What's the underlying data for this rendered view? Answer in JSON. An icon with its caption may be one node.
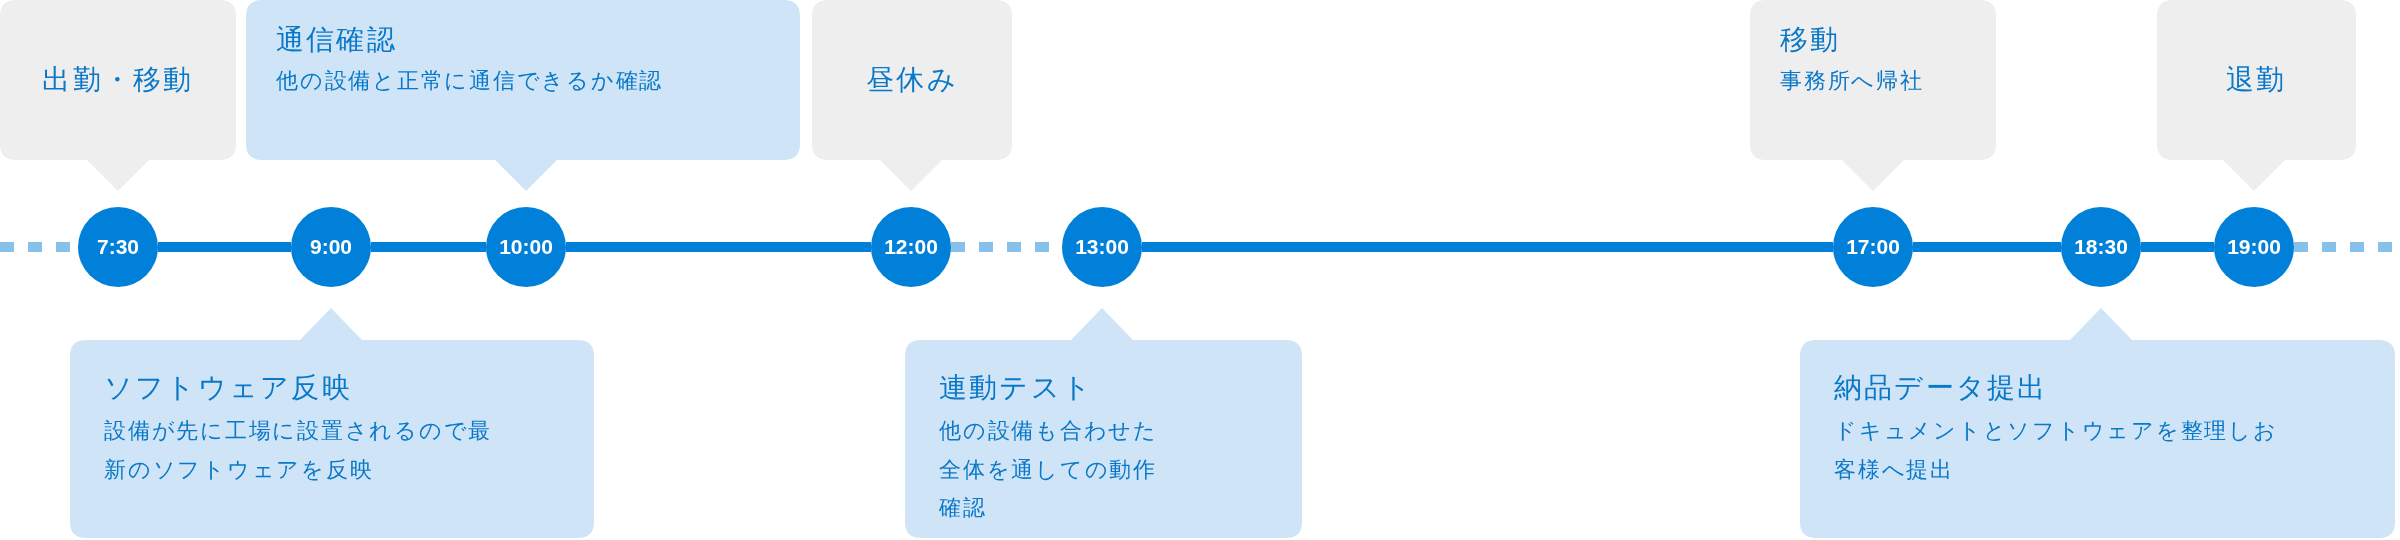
{
  "diagram": {
    "nodes": [
      {
        "text": [
          "7:30"
        ]
      },
      {
        "text": [
          "9:00"
        ]
      },
      {
        "text": [
          "10:00"
        ]
      },
      {
        "text": [
          "12:00"
        ]
      },
      {
        "text": [
          "13:00"
        ]
      },
      {
        "text": [
          "17:00"
        ]
      },
      {
        "text": [
          "18:30"
        ]
      },
      {
        "text": [
          "19:00"
        ]
      },
      {
        "text": [
          "出勤・移動"
        ]
      },
      {
        "text": [
          "ソフトウェア反映",
          "設備が先に工場に設置されるので最新のソフトウェアを反映"
        ]
      },
      {
        "text": [
          "通信確認",
          "他の設備と正常に通信できるか確認"
        ]
      },
      {
        "text": [
          "昼休み"
        ]
      },
      {
        "text": [
          "連動テスト",
          "他の設備も合わせた全体を通しての動作確認"
        ]
      },
      {
        "text": [
          "移動",
          "事務所へ帰社"
        ]
      },
      {
        "text": [
          "納品データ提出",
          "ドキュメントとソフトウェアを整理しお客様へ提出"
        ]
      },
      {
        "text": [
          "退勤"
        ]
      }
    ],
    "edges": [
      {
        "from": null,
        "to": 0,
        "arrow": "none",
        "style": "dashed",
        "color": "#85c1ea"
      },
      {
        "from": 0,
        "to": 1,
        "arrow": "none"
      },
      {
        "from": 1,
        "to": 2,
        "arrow": "none"
      },
      {
        "from": 2,
        "to": 3,
        "arrow": "none"
      },
      {
        "from": 3,
        "to": 4,
        "arrow": "none",
        "style": "dashed",
        "color": "#85c1ea"
      },
      {
        "from": 4,
        "to": 5,
        "arrow": "none"
      },
      {
        "from": 5,
        "to": 6,
        "arrow": "none"
      },
      {
        "from": 6,
        "to": 7,
        "arrow": "none"
      },
      {
        "from": 7,
        "to": null,
        "arrow": "none",
        "style": "dashed",
        "color": "#85c1ea"
      }
    ]
  }
}
